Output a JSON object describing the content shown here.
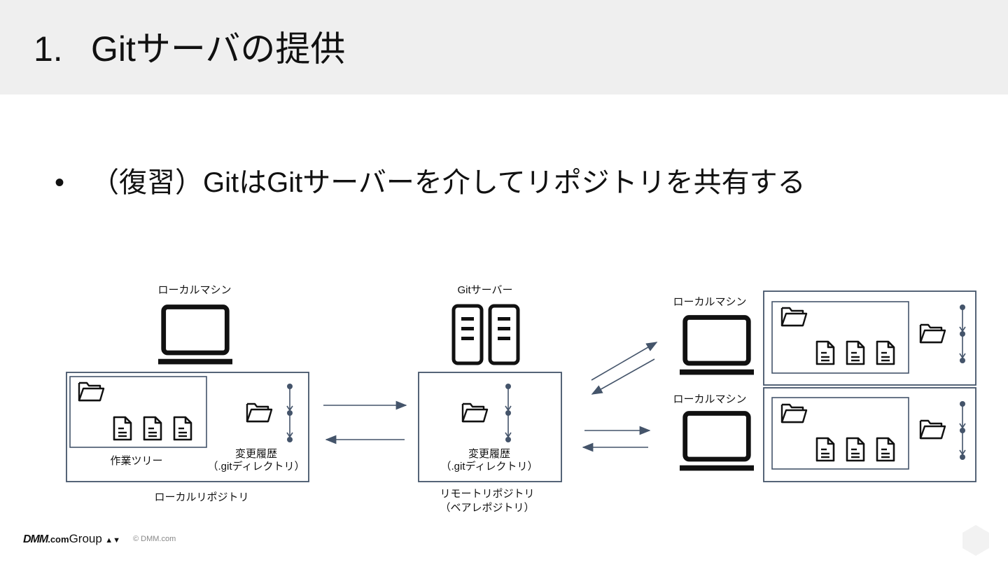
{
  "slide": {
    "number": "1.",
    "title": "Gitサーバの提供",
    "bullet": "（復習）GitはGitサーバーを介してリポジトリを共有する"
  },
  "diagram": {
    "local_machine_label": "ローカルマシン",
    "git_server_label": "Gitサーバー",
    "work_tree_label": "作業ツリー",
    "history_label_line1": "変更履歴",
    "history_label_line2": "（.gitディレクトリ）",
    "local_repo_label": "ローカルリポジトリ",
    "remote_repo_label_line1": "リモートリポジトリ",
    "remote_repo_label_line2": "（ベアレポジトリ）",
    "right_machine_label_1": "ローカルマシン",
    "right_machine_label_2": "ローカルマシン",
    "colors": {
      "box_border": "#44546a",
      "arrow": "#44546a",
      "icon": "#111111"
    }
  },
  "footer": {
    "logo_dmm": "DMM",
    "logo_com": ".com",
    "logo_group": "Group",
    "copyright": "© DMM.com"
  }
}
